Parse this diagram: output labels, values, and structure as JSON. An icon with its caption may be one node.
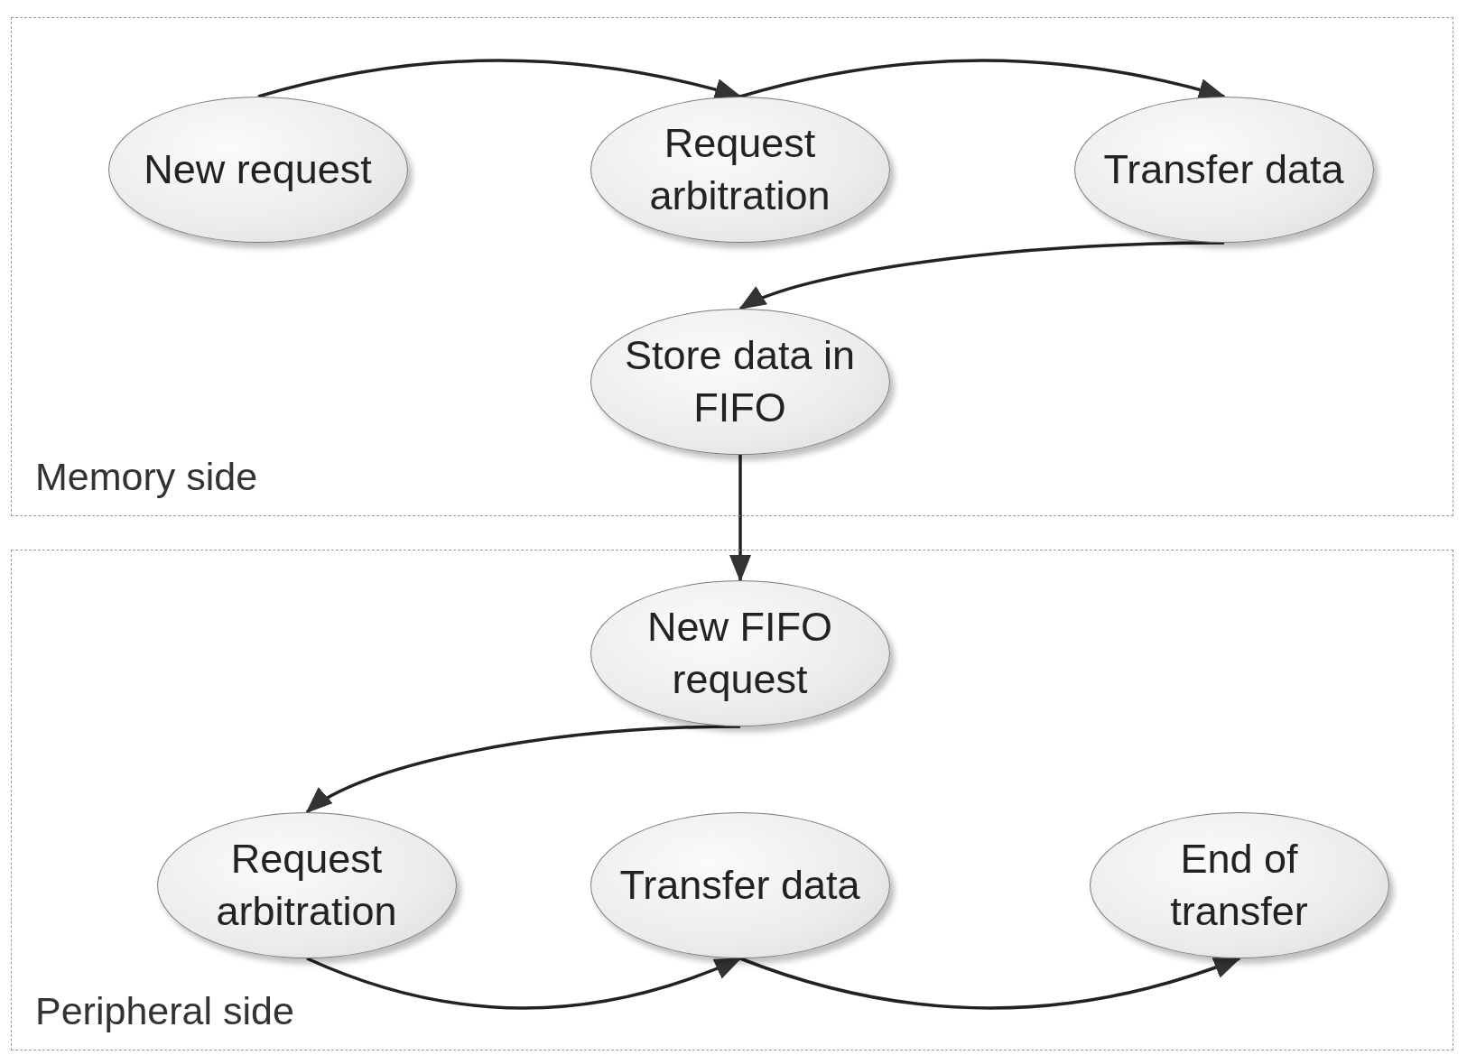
{
  "diagram": {
    "nodes": [
      {
        "text": [
          "Memory side"
        ]
      },
      {
        "text": [
          "Peripheral side"
        ]
      },
      {
        "text": [
          "New request"
        ],
        "in": 0
      },
      {
        "text": [
          "Request arbitration"
        ],
        "in": 0
      },
      {
        "text": [
          "Transfer data"
        ],
        "in": 0
      },
      {
        "text": [
          "Store data in FIFO"
        ],
        "in": 0
      },
      {
        "text": [
          "New FIFO request"
        ],
        "in": 1
      },
      {
        "text": [
          "Request arbitration"
        ],
        "in": 1
      },
      {
        "text": [
          "Transfer data"
        ],
        "in": 1
      },
      {
        "text": [
          "End of transfer"
        ],
        "in": 1
      }
    ],
    "edges": [
      {
        "from": 2,
        "to": 3,
        "arrow": "to"
      },
      {
        "from": 3,
        "to": 4,
        "arrow": "to"
      },
      {
        "from": 4,
        "to": 5,
        "arrow": "to"
      },
      {
        "from": 5,
        "to": 6,
        "arrow": "to"
      },
      {
        "from": 6,
        "to": 7,
        "arrow": "to"
      },
      {
        "from": 7,
        "to": 8,
        "arrow": "to"
      },
      {
        "from": 8,
        "to": 9,
        "arrow": "to"
      }
    ]
  }
}
